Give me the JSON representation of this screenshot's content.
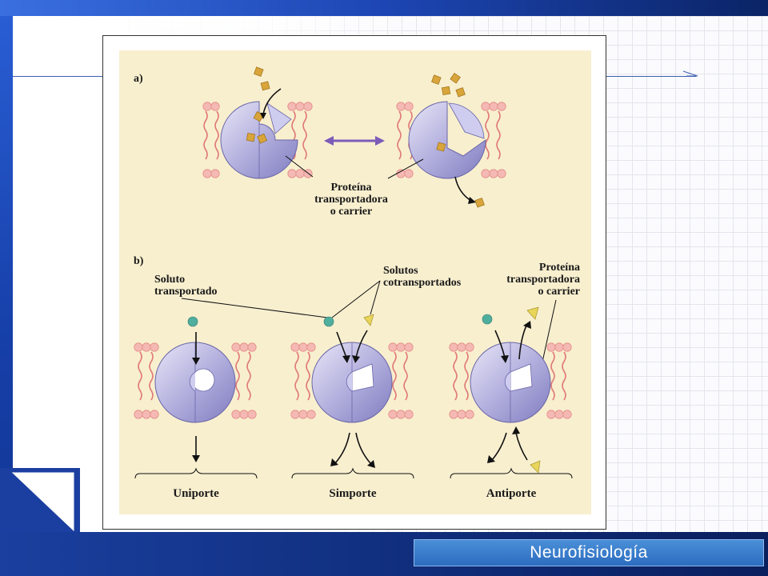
{
  "footer": {
    "title": "Neurofisiología"
  },
  "figure": {
    "part_a": {
      "marker": "a)",
      "label_line1": "Proteína",
      "label_line2": "transportadora",
      "label_line3": "o carrier"
    },
    "part_b": {
      "marker": "b)",
      "soluto_line1": "Soluto",
      "soluto_line2": "transportado",
      "cotrans_line1": "Solutos",
      "cotrans_line2": "cotransportados",
      "carrier_line1": "Proteína",
      "carrier_line2": "transportadora",
      "carrier_line3": "o carrier",
      "uniporte": "Uniporte",
      "simporte": "Simporte",
      "antiporte": "Antiporte"
    }
  },
  "colors": {
    "figure_bg": "#f8efcf",
    "protein": "#a9a6d8",
    "membrane_head": "#f5b9b4",
    "membrane_tail": "#e07a78",
    "solute_cube": "#d9a53a",
    "solute_sphere": "#4fae9d",
    "exchange_arrow": "#7c5cb8"
  }
}
